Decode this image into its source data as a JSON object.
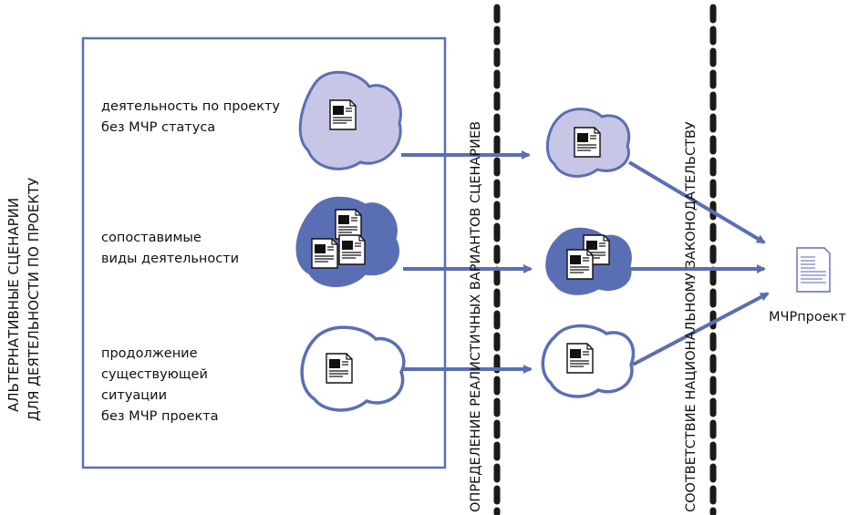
{
  "side_title": {
    "line1": "АЛЬТЕРНАТИВНЫЕ СЦЕНАРИИ",
    "line2": "ДЛЯ ДЕЯТЕЛЬНОСТИ ПО ПРОЕКТУ"
  },
  "scenarios": [
    {
      "line1": "деятельность по проекту",
      "line2": "без МЧР статуса"
    },
    {
      "line1": "сопоставимые",
      "line2": "виды деятельности"
    },
    {
      "line1": "продолжение",
      "line2": "существующей",
      "line3": "ситуации",
      "line4": "без МЧР проекта"
    }
  ],
  "barrier1_label": "ОПРЕДЕЛЕНИЕ РЕАЛИСТИЧНЫХ ВАРИАНТОВ СЦЕНАРИЕВ",
  "barrier2_label": "СООТВЕТСТВИЕ НАЦИОНАЛЬНОМУ ЗАКОНОДАТЕЛЬСТВУ",
  "output_label": "МЧРпроект",
  "colors": {
    "line": "#5a6fb3",
    "blob_light": "#c7c6e6",
    "blob_dark": "#5a6fb3",
    "barrier": "#1a1a1a",
    "frame": "#5a6fb3"
  }
}
